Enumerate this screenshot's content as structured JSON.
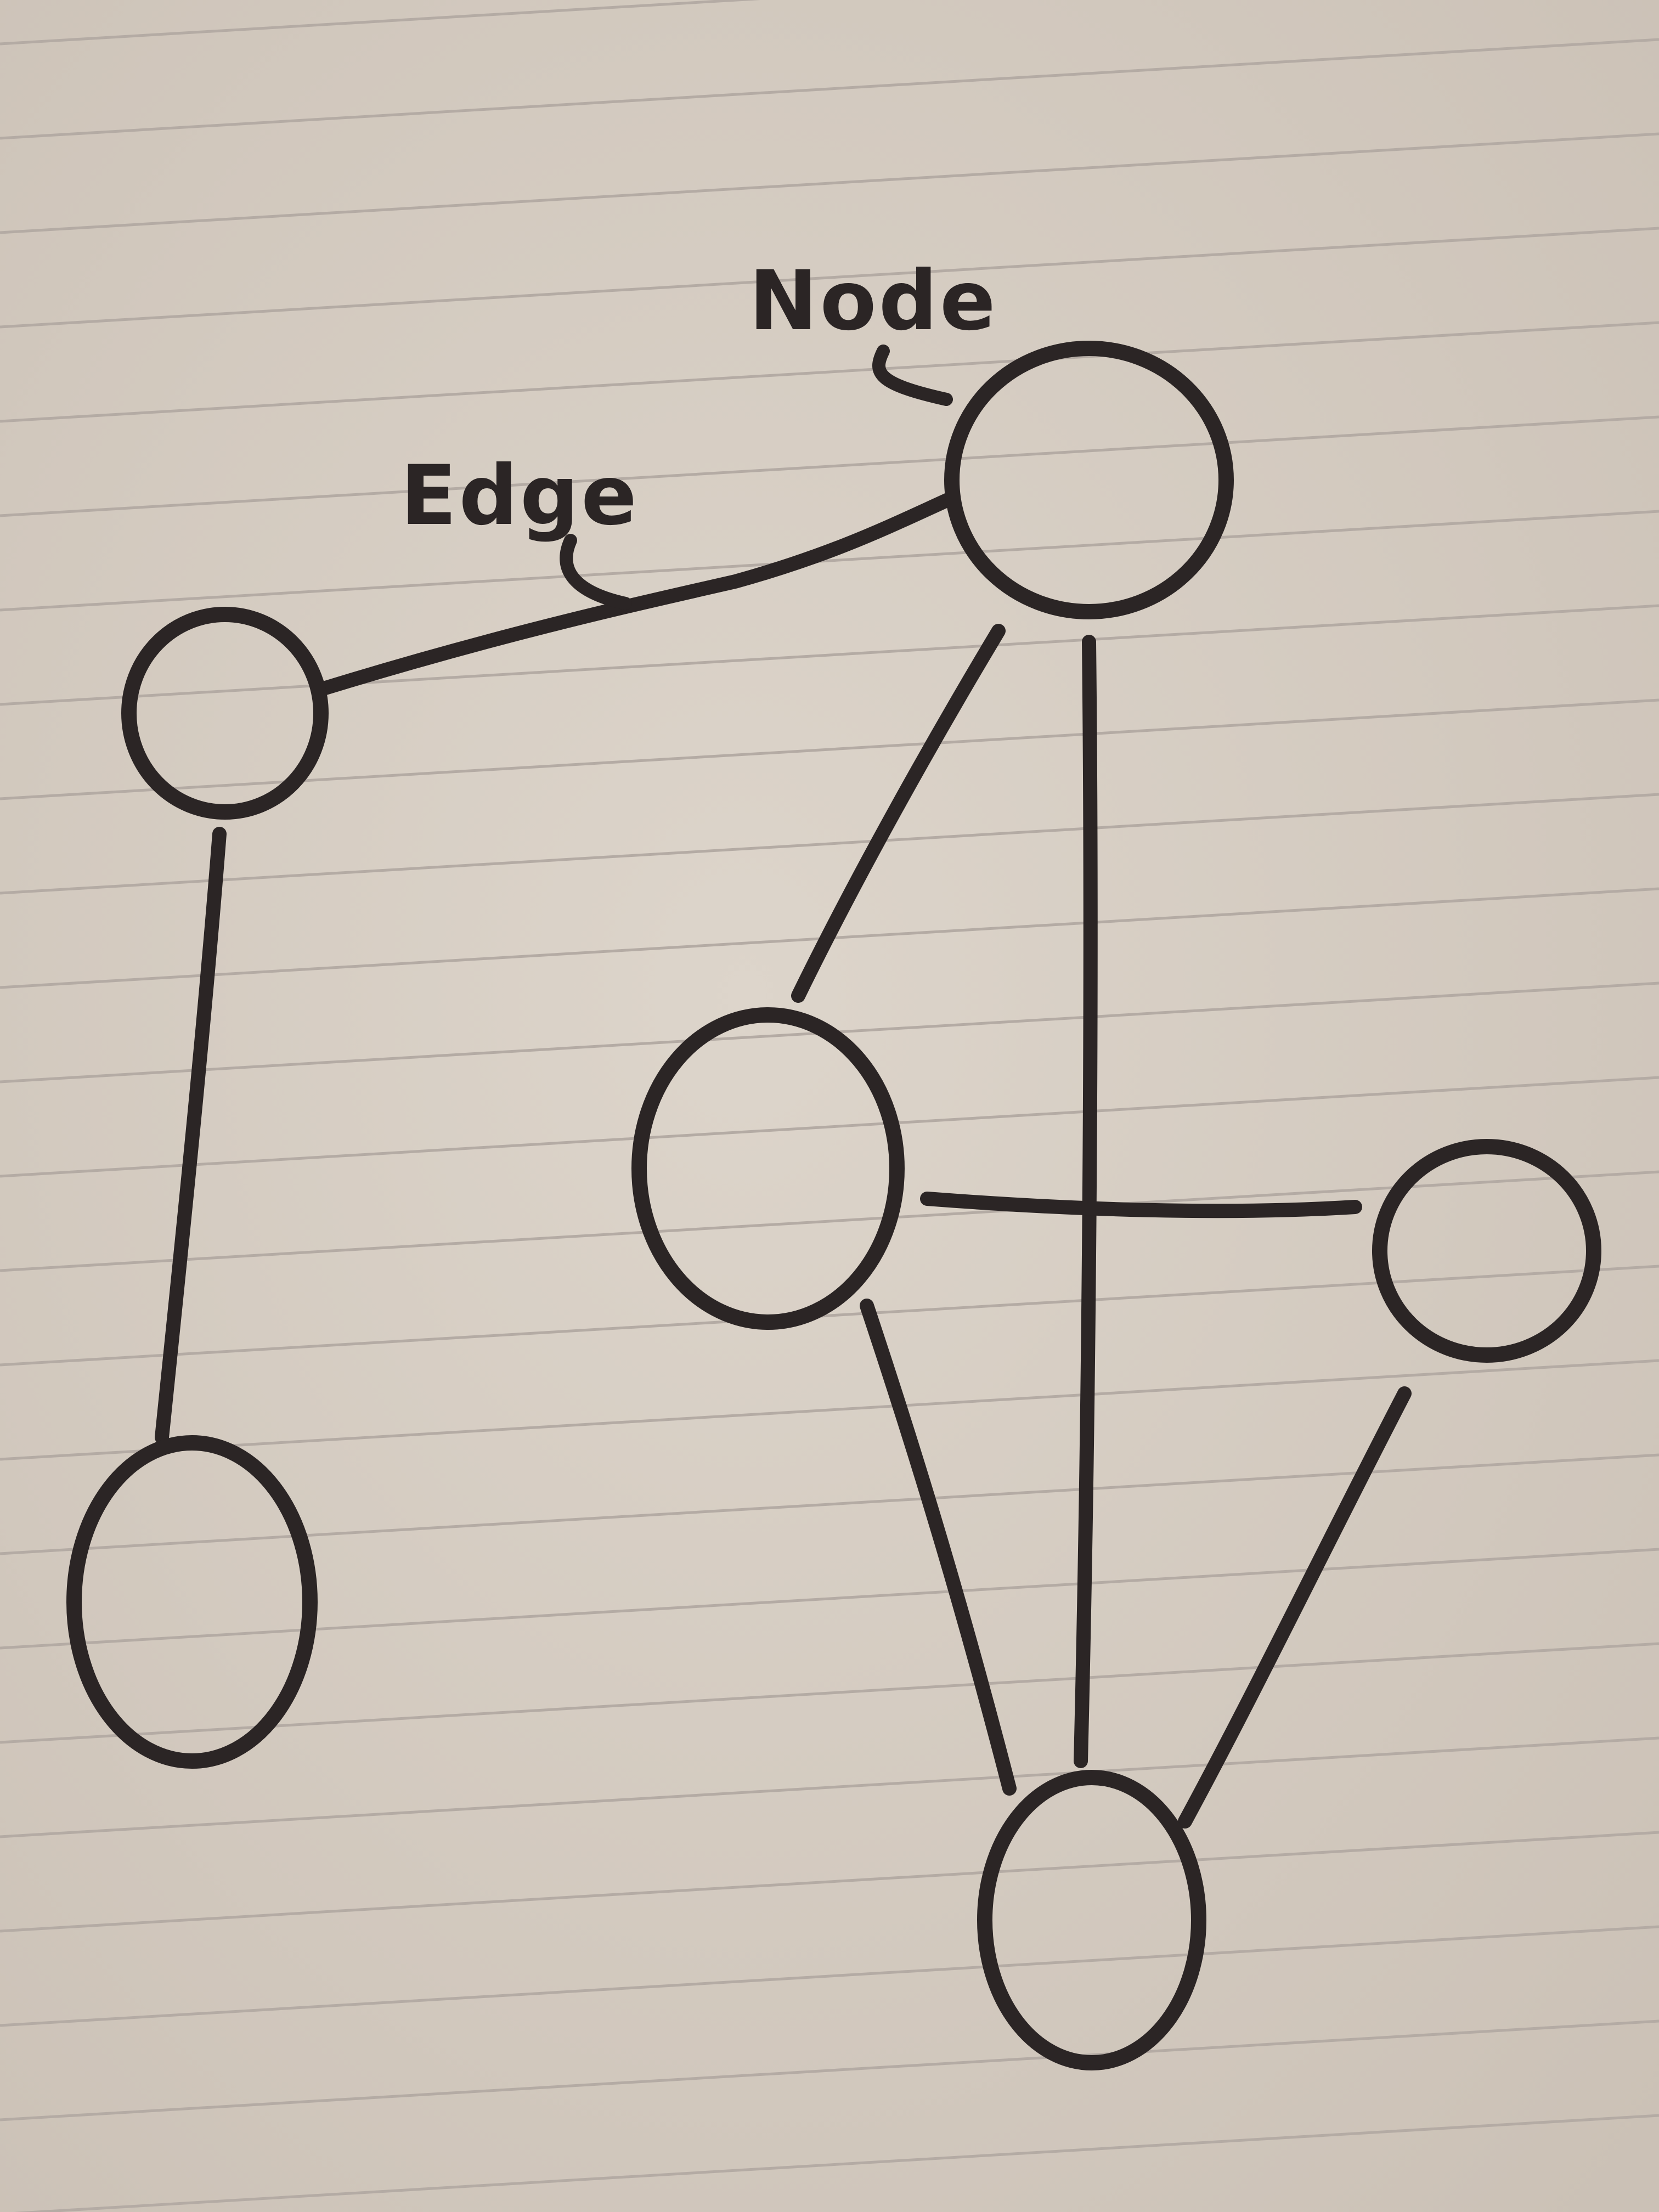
{
  "colors": {
    "paper": "#d9d0c6",
    "paper_shade": "#cdc3b8",
    "rule_line": "#b4aba4",
    "ink": "#2b2525"
  },
  "diagram": {
    "labels": {
      "node": "Node",
      "edge": "Edge"
    },
    "nodes": [
      {
        "id": "node-top"
      },
      {
        "id": "node-left-upper"
      },
      {
        "id": "node-left-lower"
      },
      {
        "id": "node-middle"
      },
      {
        "id": "node-right"
      },
      {
        "id": "node-bottom"
      }
    ],
    "edges": [
      {
        "from": "node-left-upper",
        "to": "node-top"
      },
      {
        "from": "node-left-upper",
        "to": "node-left-lower"
      },
      {
        "from": "node-top",
        "to": "node-middle"
      },
      {
        "from": "node-top",
        "to": "node-bottom"
      },
      {
        "from": "node-middle",
        "to": "node-right"
      },
      {
        "from": "node-middle",
        "to": "node-bottom"
      },
      {
        "from": "node-right",
        "to": "node-bottom"
      }
    ]
  }
}
